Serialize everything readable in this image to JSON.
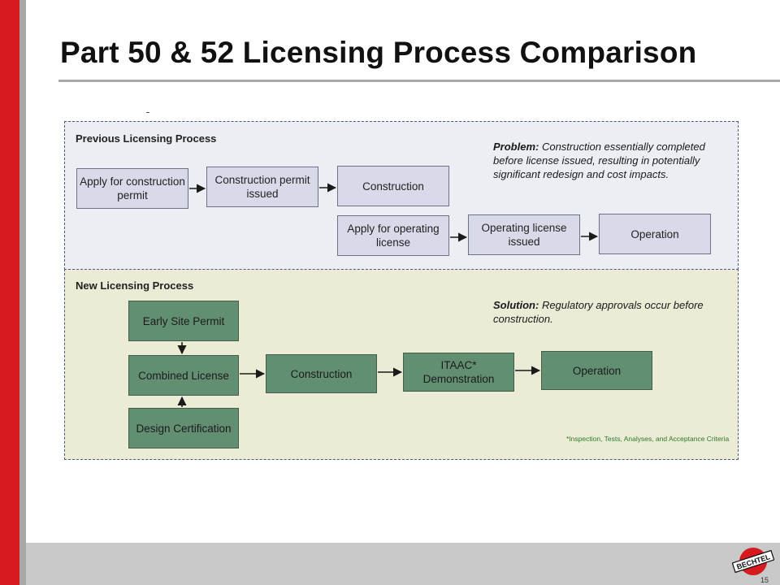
{
  "slide": {
    "title": "Part 50 & 52 Licensing Process Comparison",
    "page_number": "15",
    "logo_text": "BECHTEL"
  },
  "previous": {
    "label": "Previous Licensing Process",
    "problem_heading": "Problem:",
    "problem_text": " Construction essentially completed before license issued, resulting in potentially significant redesign and cost impacts.",
    "boxes": {
      "apply_cp": "Apply for construction permit",
      "cp_issued": "Construction permit issued",
      "construction": "Construction",
      "apply_ol": "Apply for operating license",
      "ol_issued": "Operating license issued",
      "operation": "Operation"
    }
  },
  "new": {
    "label": "New Licensing Process",
    "solution_heading": "Solution:",
    "solution_text": " Regulatory approvals occur before construction.",
    "boxes": {
      "esp": "Early Site Permit",
      "combined": "Combined License",
      "design_cert": "Design Certification",
      "construction": "Construction",
      "itaac": "ITAAC* Demonstration",
      "operation": "Operation"
    },
    "footnote": "*Inspection, Tests, Analyses, and Acceptance Criteria"
  },
  "colors": {
    "accent_red": "#d71920",
    "old_box_fill": "#d8dae9",
    "new_box_fill": "#628f72",
    "new_panel_fill": "#ebebd6"
  }
}
